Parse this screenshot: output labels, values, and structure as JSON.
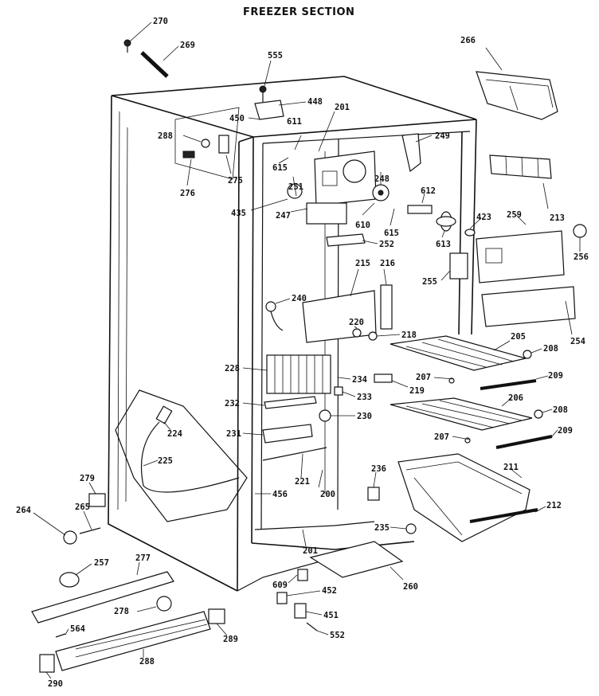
{
  "title": "FREEZER SECTION",
  "parts": {
    "p270": "270",
    "p269": "269",
    "p555": "555",
    "p266": "266",
    "p448": "448",
    "p201a": "201",
    "p450": "450",
    "p611": "611",
    "p288": "288",
    "p249": "249",
    "p615a": "615",
    "p276": "276",
    "p275": "275",
    "p251": "251",
    "p248": "248",
    "p612": "612",
    "p213": "213",
    "p435": "435",
    "p247": "247",
    "p610": "610",
    "p615b": "615",
    "p423": "423",
    "p259": "259",
    "p613": "613",
    "p256": "256",
    "p252": "252",
    "p215": "215",
    "p216": "216",
    "p255": "255",
    "p240": "240",
    "p220": "220",
    "p218": "218",
    "p205": "205",
    "p254": "254",
    "p208a": "208",
    "p228": "228",
    "p234": "234",
    "p207a": "207",
    "p209a": "209",
    "p219": "219",
    "p233": "233",
    "p232": "232",
    "p206": "206",
    "p230": "230",
    "p208b": "208",
    "p224": "224",
    "p231": "231",
    "p207b": "207",
    "p209b": "209",
    "p225": "225",
    "p221": "221",
    "p236": "236",
    "p211": "211",
    "p279": "279",
    "p456": "456",
    "p200": "200",
    "p264": "264",
    "p265": "265",
    "p212": "212",
    "p235": "235",
    "p201b": "201",
    "p257": "257",
    "p277": "277",
    "p260": "260",
    "p609": "609",
    "p452": "452",
    "p278": "278",
    "p451": "451",
    "p564": "564",
    "p289": "289",
    "p552": "552",
    "p288b": "288",
    "p290": "290"
  }
}
